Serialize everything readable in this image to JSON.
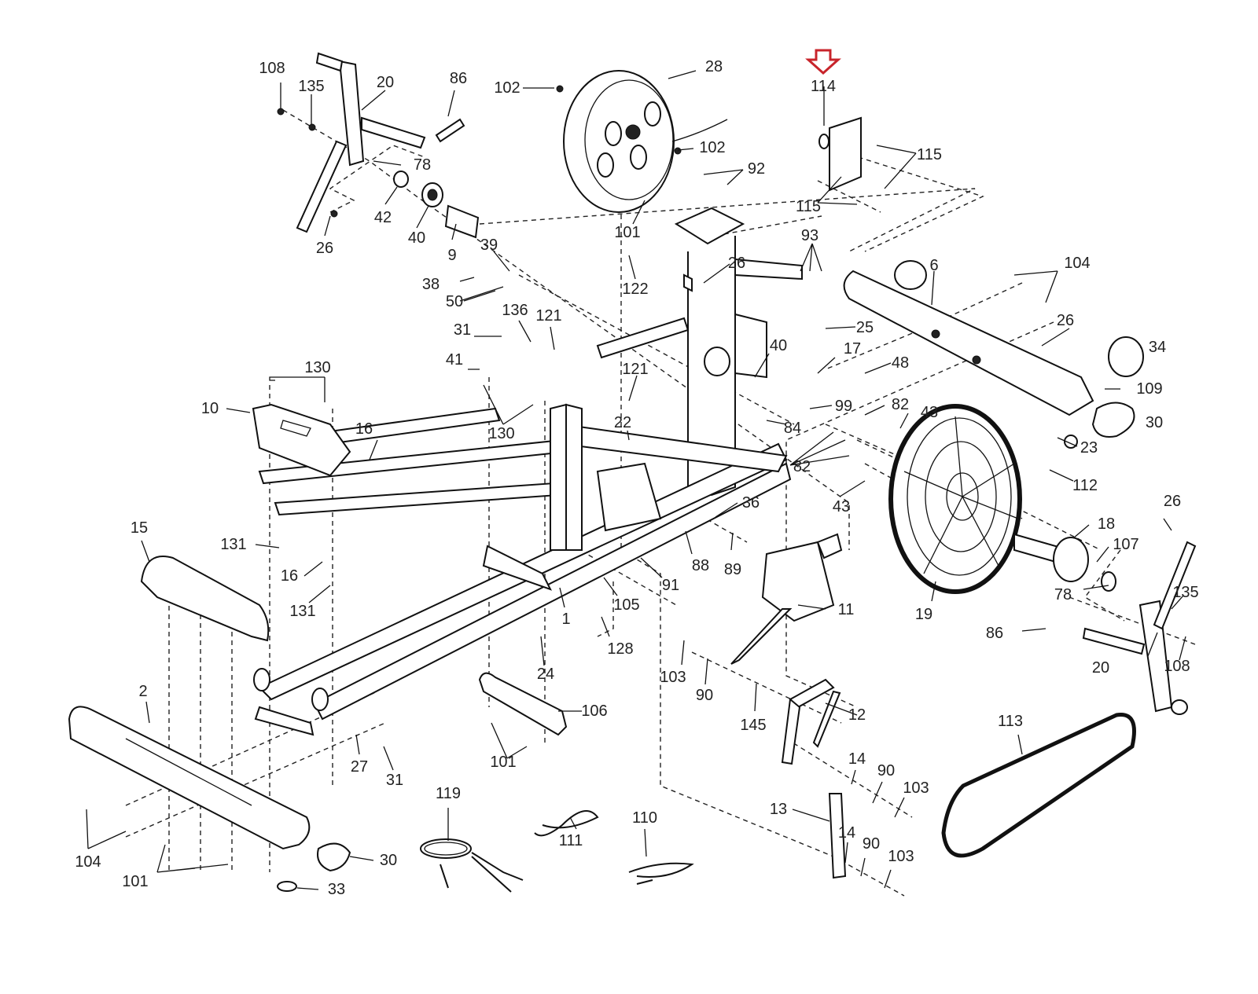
{
  "diagram": {
    "type": "exploded-parts-diagram",
    "highlighted_part": "114",
    "highlight_color": "#c8242b",
    "line_color": "#111111",
    "labels": [
      {
        "id": "l108a",
        "text": "108"
      },
      {
        "id": "l135a",
        "text": "135"
      },
      {
        "id": "l20a",
        "text": "20"
      },
      {
        "id": "l86a",
        "text": "86"
      },
      {
        "id": "l78a",
        "text": "78"
      },
      {
        "id": "l42",
        "text": "42"
      },
      {
        "id": "l40a",
        "text": "40"
      },
      {
        "id": "l26a",
        "text": "26"
      },
      {
        "id": "l9",
        "text": "9"
      },
      {
        "id": "l102a",
        "text": "102"
      },
      {
        "id": "l28",
        "text": "28"
      },
      {
        "id": "l102b",
        "text": "102"
      },
      {
        "id": "l92",
        "text": "92"
      },
      {
        "id": "l101a",
        "text": "101"
      },
      {
        "id": "l122",
        "text": "122"
      },
      {
        "id": "l26b",
        "text": "26"
      },
      {
        "id": "l114",
        "text": "114"
      },
      {
        "id": "l115a",
        "text": "115"
      },
      {
        "id": "l115b",
        "text": "115"
      },
      {
        "id": "l93",
        "text": "93"
      },
      {
        "id": "l25",
        "text": "25"
      },
      {
        "id": "l6",
        "text": "6"
      },
      {
        "id": "l104a",
        "text": "104"
      },
      {
        "id": "l26c",
        "text": "26"
      },
      {
        "id": "l34",
        "text": "34"
      },
      {
        "id": "l109",
        "text": "109"
      },
      {
        "id": "l30a",
        "text": "30"
      },
      {
        "id": "l23",
        "text": "23"
      },
      {
        "id": "l112",
        "text": "112"
      },
      {
        "id": "l39",
        "text": "39"
      },
      {
        "id": "l38",
        "text": "38"
      },
      {
        "id": "l50",
        "text": "50"
      },
      {
        "id": "l136",
        "text": "136"
      },
      {
        "id": "l121a",
        "text": "121"
      },
      {
        "id": "l31a",
        "text": "31"
      },
      {
        "id": "l41",
        "text": "41"
      },
      {
        "id": "l130a",
        "text": "130"
      },
      {
        "id": "l130b",
        "text": "130"
      },
      {
        "id": "l10",
        "text": "10"
      },
      {
        "id": "l16a",
        "text": "16"
      },
      {
        "id": "l121b",
        "text": "121"
      },
      {
        "id": "l22",
        "text": "22"
      },
      {
        "id": "l40b",
        "text": "40"
      },
      {
        "id": "l17",
        "text": "17"
      },
      {
        "id": "l48",
        "text": "48"
      },
      {
        "id": "l99",
        "text": "99"
      },
      {
        "id": "l84",
        "text": "84"
      },
      {
        "id": "l82a",
        "text": "82"
      },
      {
        "id": "l43a",
        "text": "43"
      },
      {
        "id": "l82b",
        "text": "82"
      },
      {
        "id": "l43b",
        "text": "43"
      },
      {
        "id": "l36",
        "text": "36"
      },
      {
        "id": "l26d",
        "text": "26"
      },
      {
        "id": "l18",
        "text": "18"
      },
      {
        "id": "l107",
        "text": "107"
      },
      {
        "id": "l78b",
        "text": "78"
      },
      {
        "id": "l135b",
        "text": "135"
      },
      {
        "id": "l86b",
        "text": "86"
      },
      {
        "id": "l20b",
        "text": "20"
      },
      {
        "id": "l108b",
        "text": "108"
      },
      {
        "id": "l19",
        "text": "19"
      },
      {
        "id": "l15",
        "text": "15"
      },
      {
        "id": "l131a",
        "text": "131"
      },
      {
        "id": "l16b",
        "text": "16"
      },
      {
        "id": "l131b",
        "text": "131"
      },
      {
        "id": "l88",
        "text": "88"
      },
      {
        "id": "l89",
        "text": "89"
      },
      {
        "id": "l91",
        "text": "91"
      },
      {
        "id": "l1",
        "text": "1"
      },
      {
        "id": "l105",
        "text": "105"
      },
      {
        "id": "l128",
        "text": "128"
      },
      {
        "id": "l11",
        "text": "11"
      },
      {
        "id": "l24",
        "text": "24"
      },
      {
        "id": "l103a",
        "text": "103"
      },
      {
        "id": "l90a",
        "text": "90"
      },
      {
        "id": "l145",
        "text": "145"
      },
      {
        "id": "l12",
        "text": "12"
      },
      {
        "id": "l2",
        "text": "2"
      },
      {
        "id": "l106",
        "text": "106"
      },
      {
        "id": "l27",
        "text": "27"
      },
      {
        "id": "l31b",
        "text": "31"
      },
      {
        "id": "l101b",
        "text": "101"
      },
      {
        "id": "l113",
        "text": "113"
      },
      {
        "id": "l14a",
        "text": "14"
      },
      {
        "id": "l90b",
        "text": "90"
      },
      {
        "id": "l103b",
        "text": "103"
      },
      {
        "id": "l13",
        "text": "13"
      },
      {
        "id": "l14b",
        "text": "14"
      },
      {
        "id": "l90c",
        "text": "90"
      },
      {
        "id": "l103c",
        "text": "103"
      },
      {
        "id": "l119",
        "text": "119"
      },
      {
        "id": "l111",
        "text": "111"
      },
      {
        "id": "l110",
        "text": "110"
      },
      {
        "id": "l104b",
        "text": "104"
      },
      {
        "id": "l101c",
        "text": "101"
      },
      {
        "id": "l30b",
        "text": "30"
      },
      {
        "id": "l33",
        "text": "33"
      }
    ]
  }
}
